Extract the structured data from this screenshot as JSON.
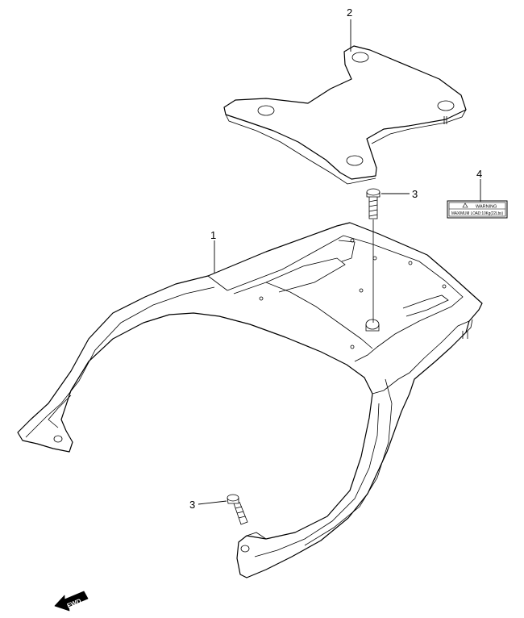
{
  "callouts": {
    "carrier": "1",
    "plate": "2",
    "bolt_upper": "3",
    "bolt_lower": "3",
    "label": "4"
  },
  "warning_label": {
    "heading": "WARNING",
    "text": "MAXIMUM LOAD:10Kg(22Lbs)"
  },
  "fwd_arrow": {
    "text": "FWD"
  }
}
